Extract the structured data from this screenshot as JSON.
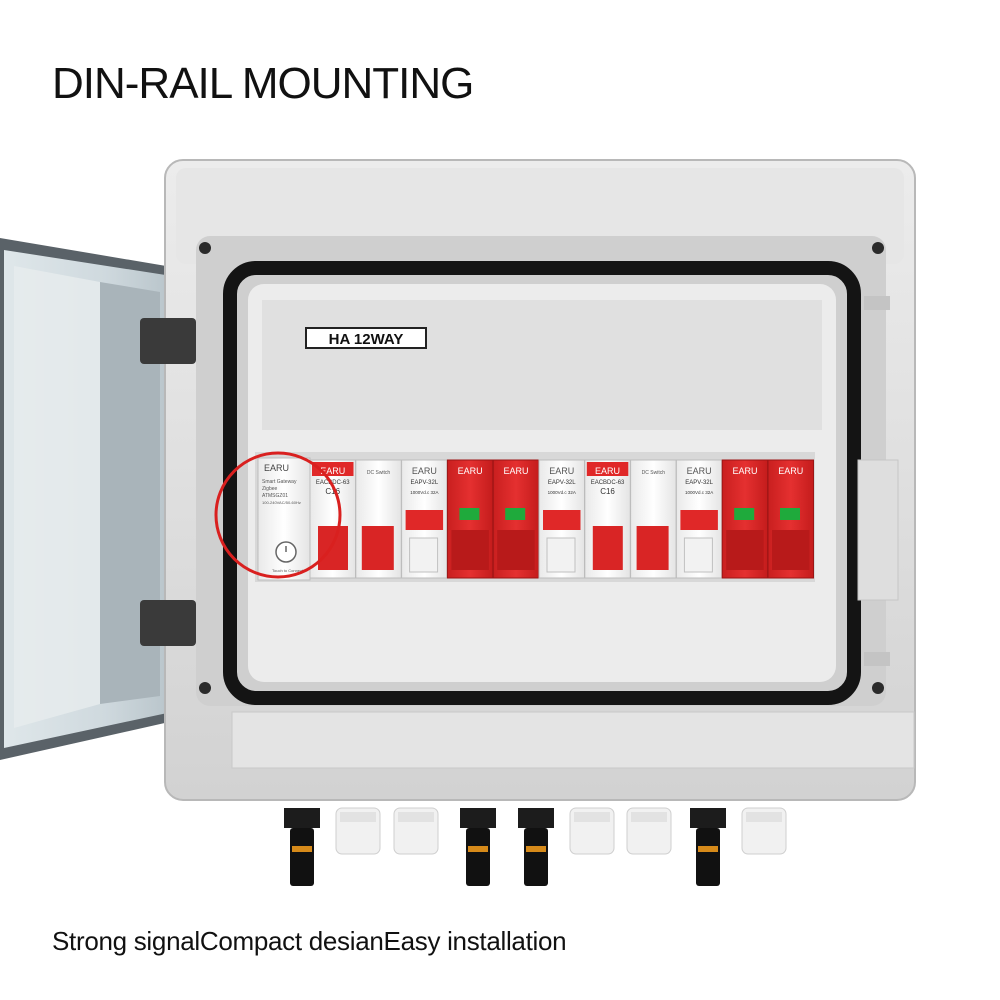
{
  "headline": "DIN-RAIL MOUNTING",
  "caption": "Strong signalCompact desianEasy installation",
  "enclosure": {
    "model_label": "HA 12WAY"
  },
  "gateway": {
    "brand": "EARU",
    "line1": "Smart Gateway",
    "line2": "Zigbee",
    "model": "ATMSGZ01",
    "rating": "100-240VAC/50-60Hz",
    "touch_hint": "Touch to Connect"
  },
  "modules": [
    {
      "kind": "breaker",
      "brand": "EARU",
      "model": "EACBDC-63",
      "rating": "C16"
    },
    {
      "kind": "switch",
      "label": "DC Switch"
    },
    {
      "kind": "fuse",
      "brand": "EARU",
      "model": "EAPV-32L",
      "spec": "1000Vd.c  32A"
    },
    {
      "kind": "spd",
      "brand": "EARU"
    },
    {
      "kind": "spd",
      "brand": "EARU"
    },
    {
      "kind": "fuse",
      "brand": "EARU",
      "model": "EAPV-32L",
      "spec": "1000Vd.c  32A"
    },
    {
      "kind": "breaker",
      "brand": "EARU",
      "model": "EACBDC-63",
      "rating": "C16"
    },
    {
      "kind": "switch",
      "label": "DC Switch"
    },
    {
      "kind": "fuse",
      "brand": "EARU",
      "model": "EAPV-32L",
      "spec": "1000Vd.c  32A"
    },
    {
      "kind": "spd",
      "brand": "EARU"
    },
    {
      "kind": "spd",
      "brand": "EARU"
    }
  ],
  "colors": {
    "accent_red": "#e02828",
    "highlight_circle": "#d9201f",
    "enclosure_grey": "#e3e3e3",
    "gasket_black": "#141414"
  }
}
